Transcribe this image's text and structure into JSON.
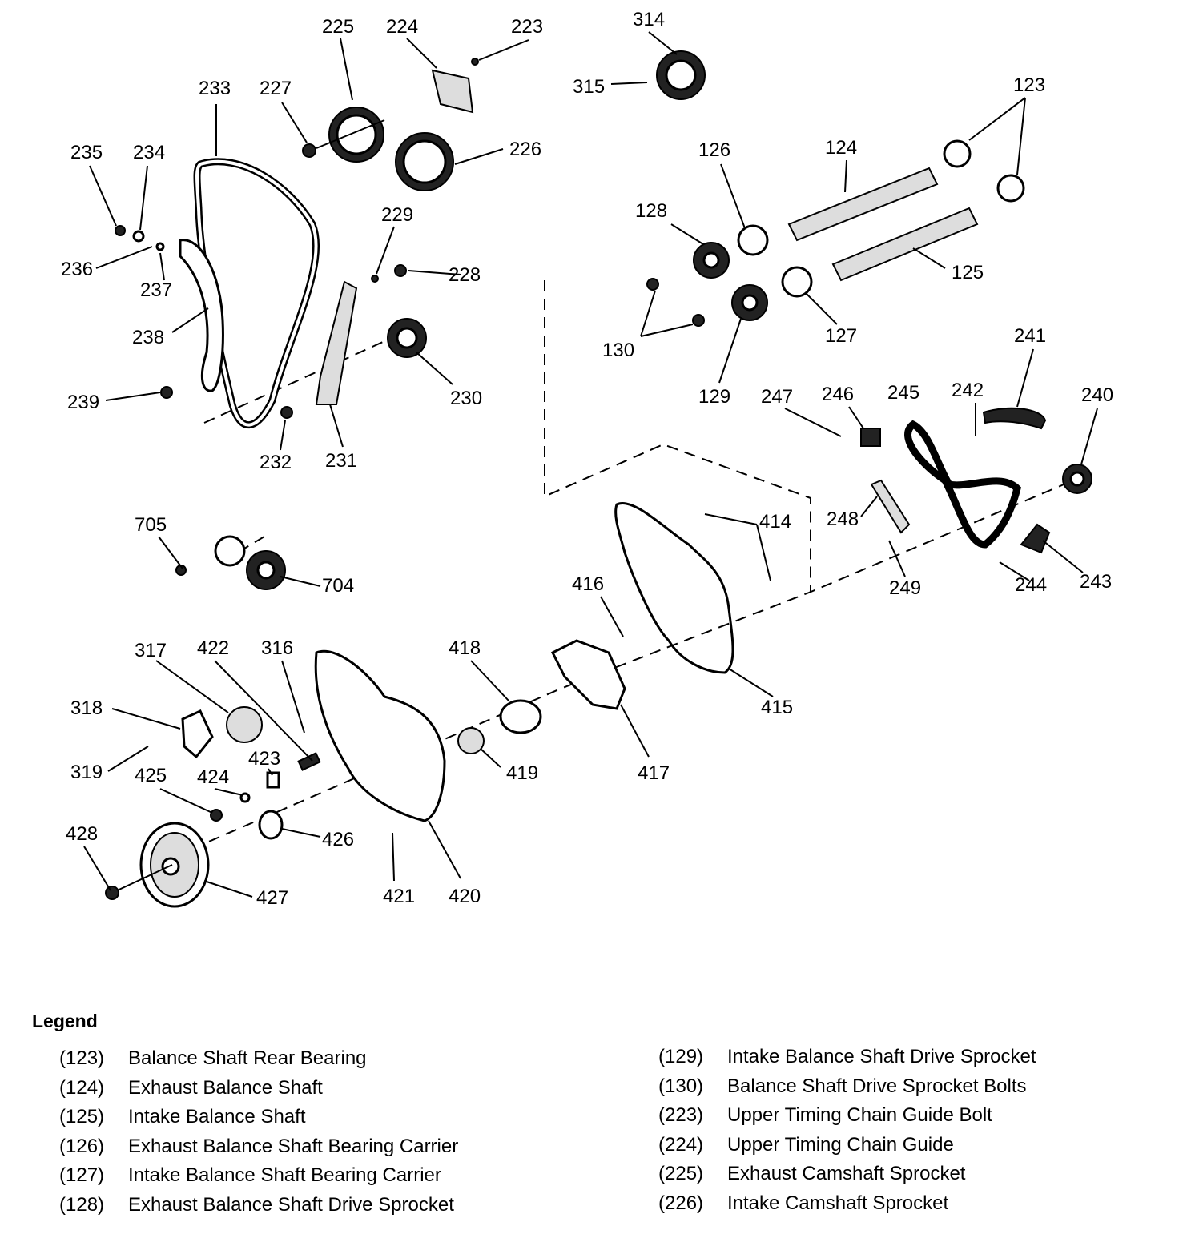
{
  "diagram": {
    "callouts": [
      "123",
      "124",
      "125",
      "126",
      "127",
      "128",
      "129",
      "130",
      "223",
      "224",
      "225",
      "226",
      "227",
      "228",
      "229",
      "230",
      "231",
      "232",
      "233",
      "234",
      "235",
      "236",
      "237",
      "238",
      "239",
      "240",
      "241",
      "242",
      "243",
      "244",
      "245",
      "246",
      "247",
      "248",
      "249",
      "314",
      "315",
      "316",
      "317",
      "318",
      "319",
      "414",
      "415",
      "416",
      "417",
      "418",
      "419",
      "420",
      "421",
      "422",
      "423",
      "424",
      "425",
      "426",
      "427",
      "428",
      "704",
      "705"
    ]
  },
  "legend": {
    "title": "Legend",
    "left": [
      {
        "num": "(123)",
        "text": "Balance Shaft Rear Bearing"
      },
      {
        "num": "(124)",
        "text": "Exhaust Balance Shaft"
      },
      {
        "num": "(125)",
        "text": "Intake Balance Shaft"
      },
      {
        "num": "(126)",
        "text": "Exhaust Balance Shaft Bearing Carrier"
      },
      {
        "num": "(127)",
        "text": "Intake Balance Shaft Bearing Carrier"
      },
      {
        "num": "(128)",
        "text": "Exhaust Balance Shaft Drive Sprocket"
      }
    ],
    "right": [
      {
        "num": "(129)",
        "text": "Intake Balance Shaft Drive Sprocket"
      },
      {
        "num": "(130)",
        "text": "Balance Shaft Drive Sprocket Bolts"
      },
      {
        "num": "(223)",
        "text": "Upper Timing Chain Guide Bolt"
      },
      {
        "num": "(224)",
        "text": "Upper Timing Chain Guide"
      },
      {
        "num": "(225)",
        "text": "Exhaust Camshaft Sprocket"
      },
      {
        "num": "(226)",
        "text": "Intake Camshaft Sprocket"
      }
    ]
  }
}
